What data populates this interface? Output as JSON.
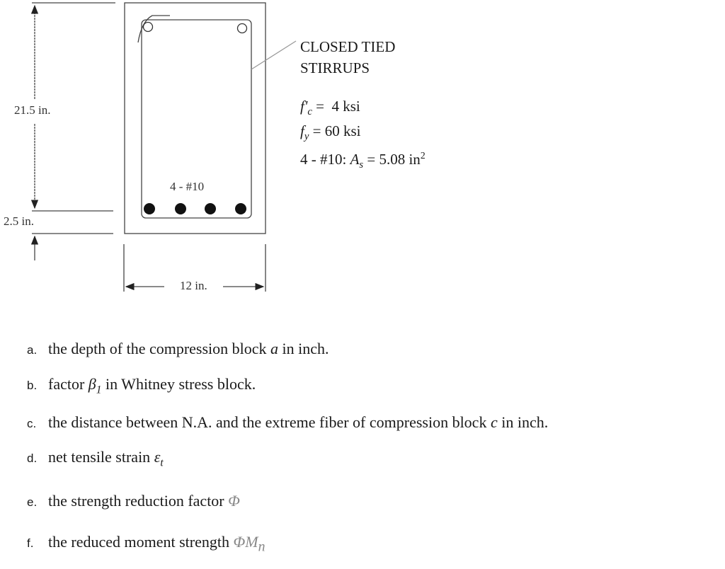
{
  "diagram": {
    "height_label": "21.5 in.",
    "cover_label": "2.5 in.",
    "width_label": "12 in.",
    "bars_label": "4 - #10",
    "stirrup_label_line1": "CLOSED TIED",
    "stirrup_label_line2": "STIRRUPS",
    "fc_symbol": "f'",
    "fc_sub": "c",
    "fc_value": "=  4 ksi",
    "fy_symbol": "f",
    "fy_sub": "y",
    "fy_value": "= 60 ksi",
    "as_prefix": "4 - #10: ",
    "as_symbol": "A",
    "as_sub": "s",
    "as_value": " = 5.08 in",
    "as_exp": "2"
  },
  "questions": [
    {
      "letter": "a.",
      "text": "the depth of the compression block ",
      "symbol": "a",
      "suffix": " in inch."
    },
    {
      "letter": "b.",
      "text": "factor ",
      "symbol": "β",
      "sub": "1",
      "suffix": " in Whitney stress block."
    },
    {
      "letter": "c.",
      "text": "the distance between N.A. and the extreme fiber of compression block ",
      "symbol": "c",
      "suffix": " in inch."
    },
    {
      "letter": "d.",
      "text": "net tensile strain ",
      "symbol": "ε",
      "sub": "t"
    },
    {
      "letter": "e.",
      "text": "the strength reduction factor ",
      "symbol": "Φ"
    },
    {
      "letter": "f.",
      "text": "the reduced moment strength ",
      "symbol": "ΦM",
      "sub": "n"
    }
  ]
}
